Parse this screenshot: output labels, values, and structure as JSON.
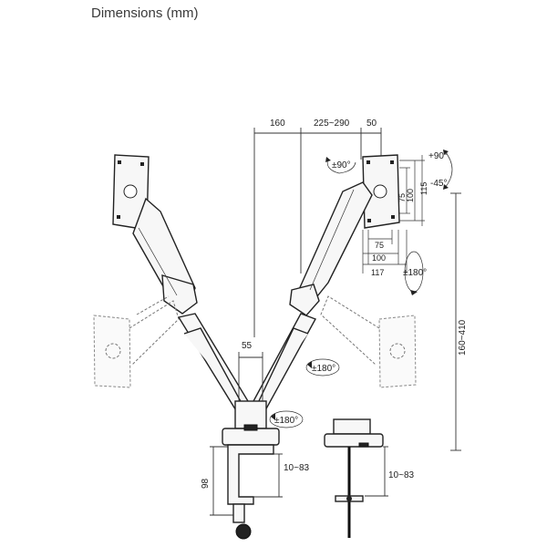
{
  "title": "Dimensions (mm)",
  "dims": {
    "top_a": "160",
    "top_b": "225~290",
    "top_c": "50",
    "vesa_h_75": "75",
    "vesa_h_100": "100",
    "vesa_h_117": "117",
    "vesa_v_75": "75",
    "vesa_v_100": "100",
    "vesa_v_115": "115",
    "tilt_up": "+90°",
    "tilt_down": "-45°",
    "rot_90": "±90°",
    "rot_180_right": "±180°",
    "rot_180_mid": "±180°",
    "rot_180_base": "±180°",
    "height_range": "160~410",
    "post_gap": "55",
    "clamp_height": "98",
    "desk_range_clamp": "10~83",
    "desk_range_grommet": "10~83"
  }
}
